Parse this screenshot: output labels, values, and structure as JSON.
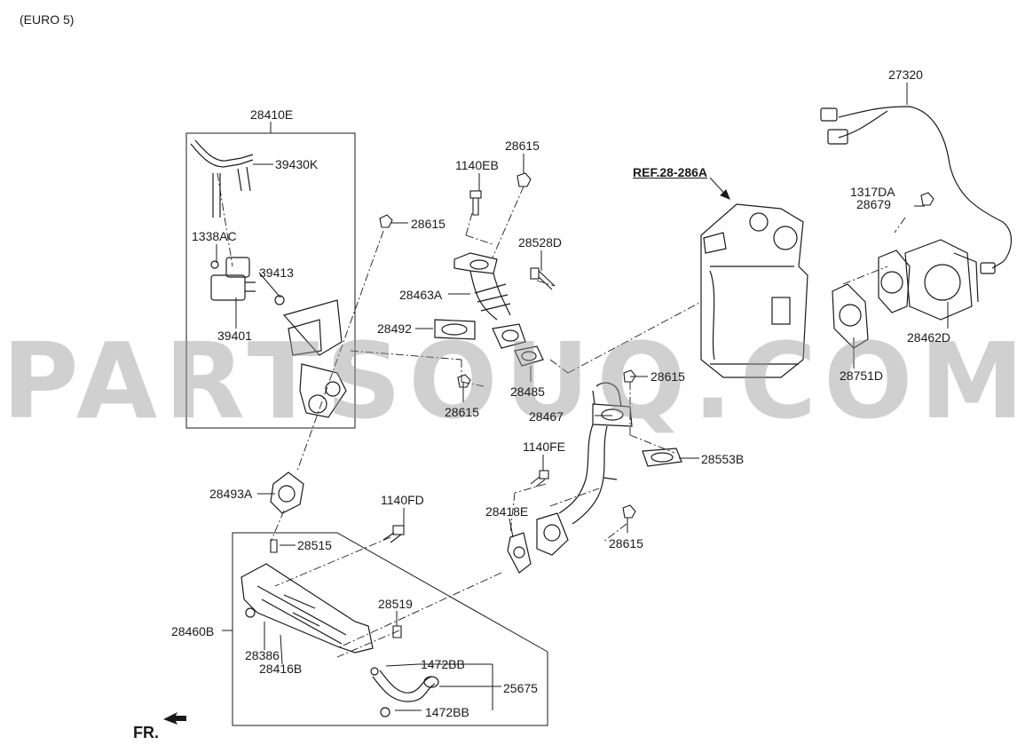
{
  "header": {
    "engine_label": "(EURO 5)"
  },
  "reference": {
    "label": "REF.28-286A"
  },
  "orientation": {
    "label": "FR."
  },
  "watermark": {
    "text": "PARTSOUQ.COM"
  },
  "colors": {
    "line": "#1a1a1a",
    "watermark": "#969696",
    "background": "#ffffff"
  },
  "callouts": {
    "c27320": "27320",
    "c28410E": "28410E",
    "c39430K": "39430K",
    "c1338AC": "1338AC",
    "c39413": "39413",
    "c39401": "39401",
    "c28615_a": "28615",
    "c1140EB": "1140EB",
    "c28615_b": "28615",
    "c28528D": "28528D",
    "c28463A": "28463A",
    "c28492": "28492",
    "c28485": "28485",
    "c28615_c": "28615",
    "c1317DA": "1317DA",
    "c28679": "28679",
    "c28462D": "28462D",
    "c28751D": "28751D",
    "c28615_d": "28615",
    "c28467": "28467",
    "c28553B": "28553B",
    "c1140FE": "1140FE",
    "c28418E": "28418E",
    "c28615_e": "28615",
    "c28493A": "28493A",
    "c1140FD": "1140FD",
    "c28515": "28515",
    "c28460B": "28460B",
    "c28519": "28519",
    "c28386": "28386",
    "c28416B": "28416B",
    "c1472BB_a": "1472BB",
    "c25675": "25675",
    "c1472BB_b": "1472BB"
  }
}
